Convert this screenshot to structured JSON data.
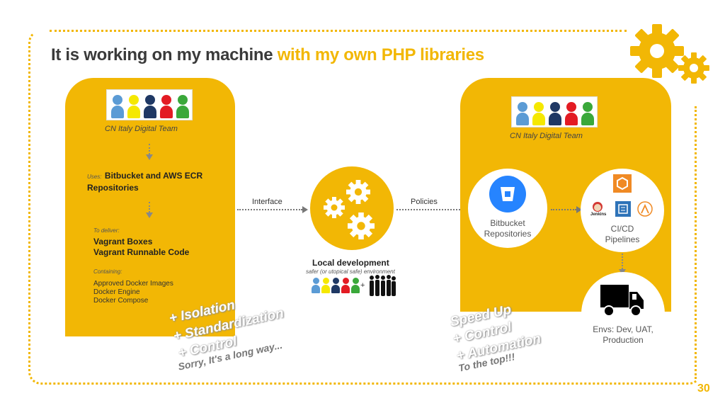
{
  "title": {
    "main": "It is working on my machine",
    "highlight": "with my own PHP libraries"
  },
  "left_panel": {
    "team_label": "CN Italy Digital Team",
    "uses_label": "Uses:",
    "uses_value_1": "Bitbucket and AWS ECR",
    "uses_value_2": "Repositories",
    "deliver_label": "To deliver:",
    "deliver_1": "Vagrant Boxes",
    "deliver_2": "Vagrant Runnable Code",
    "containing_label": "Containing:",
    "containing_1": "Approved Docker Images",
    "containing_2": "Docker Engine",
    "containing_3": "Docker Compose"
  },
  "center": {
    "interface_label": "Interface",
    "policies_label": "Policies",
    "title": "Local development",
    "subtitle": "safer (or utopical safe) environment",
    "plus": "+"
  },
  "right_panel": {
    "team_label": "CN Italy Digital Team",
    "bitbucket_1": "Bitbucket",
    "bitbucket_2": "Repositories",
    "cicd_1": "CI/CD",
    "cicd_2": "Pipelines",
    "envs_1": "Envs: Dev, UAT,",
    "envs_2": "Production",
    "jenkins": "Jenkins"
  },
  "slogans_left": {
    "l1": "+ Isolation",
    "l2": "+ Standardization",
    "l3": "+ Control",
    "l4": "Sorry, It's a long way..."
  },
  "slogans_right": {
    "l1": "Speed Up",
    "l2": "+ Control",
    "l3": "+ Automation",
    "l4": "To the top!!!"
  },
  "page_number": "30",
  "colors": {
    "accent": "#f2b705",
    "team": [
      "#5b9bd5",
      "#f5e800",
      "#1f3864",
      "#e31b23",
      "#3aa83a"
    ]
  },
  "icons": [
    "gear-icon",
    "bitbucket-icon",
    "truck-icon",
    "aws-codepipeline-icon",
    "jenkins-icon",
    "lambda-icon",
    "people-silhouettes-icon"
  ]
}
